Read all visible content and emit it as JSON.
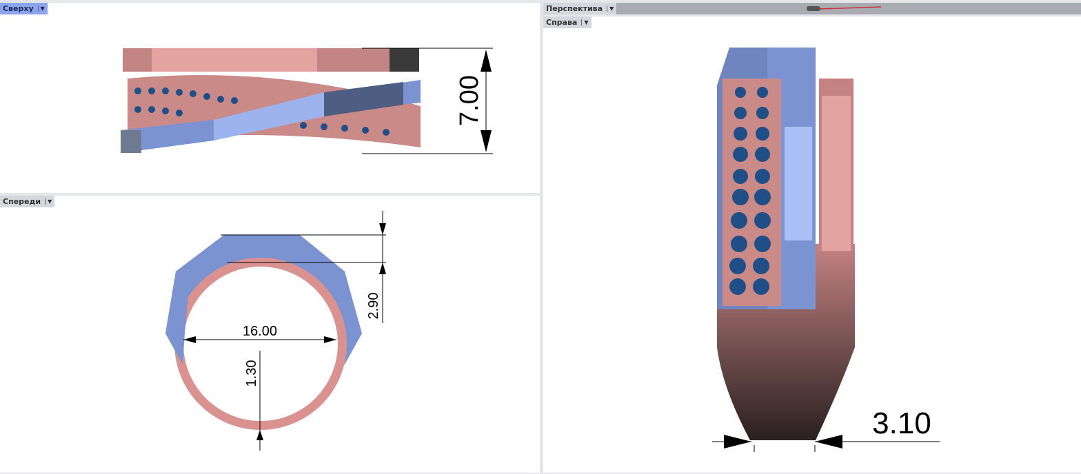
{
  "viewports": {
    "top": {
      "label": "Сверху",
      "dimension": "7.00"
    },
    "front": {
      "label": "Спереди",
      "dimensions": {
        "height": "2.90",
        "diameter": "16.00",
        "thickness": "1.30"
      }
    },
    "perspective": {
      "label": "Перспектива"
    },
    "right": {
      "label": "Справа",
      "dimension": "3.10"
    }
  },
  "colors": {
    "rose": "#d9928f",
    "blue": "#7b93d1",
    "stone": "#1f4f86",
    "active_label": "#8ea4ec"
  }
}
